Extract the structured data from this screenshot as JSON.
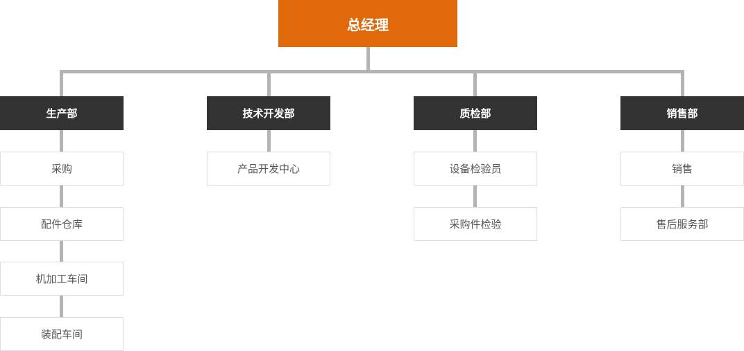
{
  "org_chart": {
    "root": {
      "label": "总经理"
    },
    "departments": [
      {
        "label": "生产部",
        "children": [
          "采购",
          "配件仓库",
          "机加工车间",
          "装配车间"
        ]
      },
      {
        "label": "技术开发部",
        "children": [
          "产品开发中心"
        ]
      },
      {
        "label": "质检部",
        "children": [
          "设备检验员",
          "采购件检验"
        ]
      },
      {
        "label": "销售部",
        "children": [
          "销售",
          "售后服务部"
        ]
      }
    ],
    "colors": {
      "root_fill": "#e0690a",
      "root_text": "#ffffff",
      "department_fill": "#333333",
      "department_text": "#ffffff",
      "child_fill": "#ffffff",
      "child_border": "#dddddd",
      "child_text": "#555555",
      "connector": "#b3b3b3"
    }
  }
}
